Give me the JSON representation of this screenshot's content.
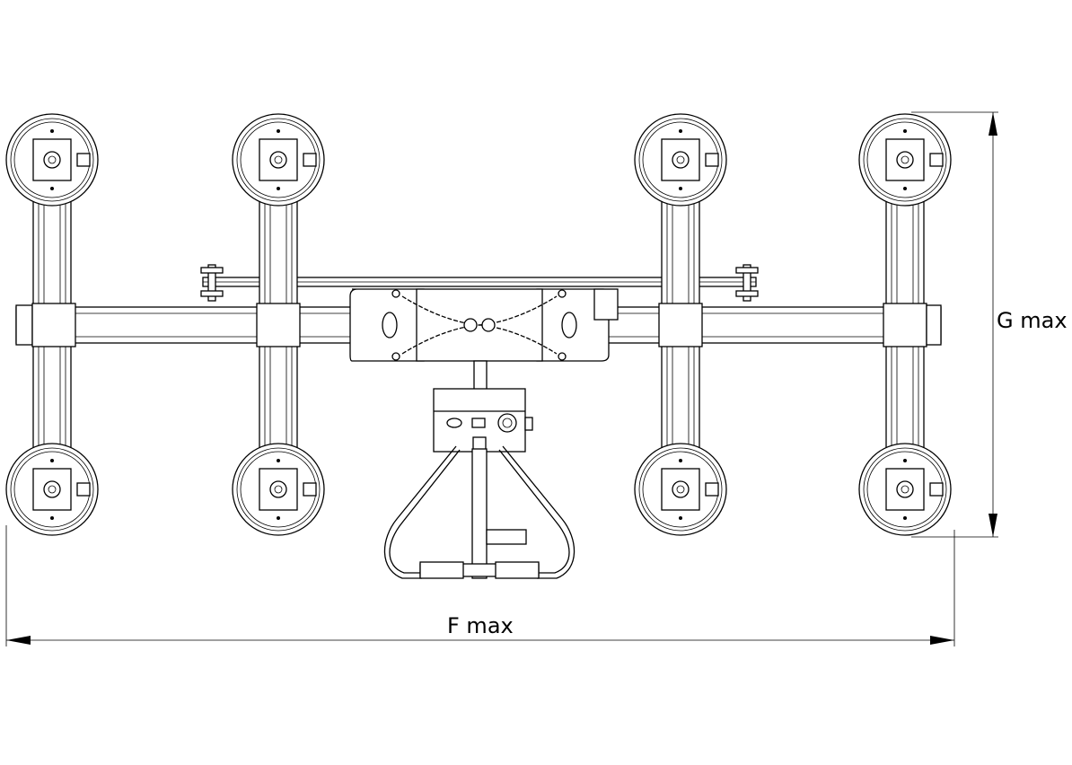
{
  "dimensions": {
    "width_label": "F max",
    "height_label": "G max"
  },
  "drawing": {
    "suction_cups": [
      "cup-top-1",
      "cup-top-2",
      "cup-top-3",
      "cup-top-4",
      "cup-bottom-1",
      "cup-bottom-2",
      "cup-bottom-3",
      "cup-bottom-4"
    ],
    "colors": {
      "line": "#000000",
      "background": "#ffffff"
    }
  }
}
